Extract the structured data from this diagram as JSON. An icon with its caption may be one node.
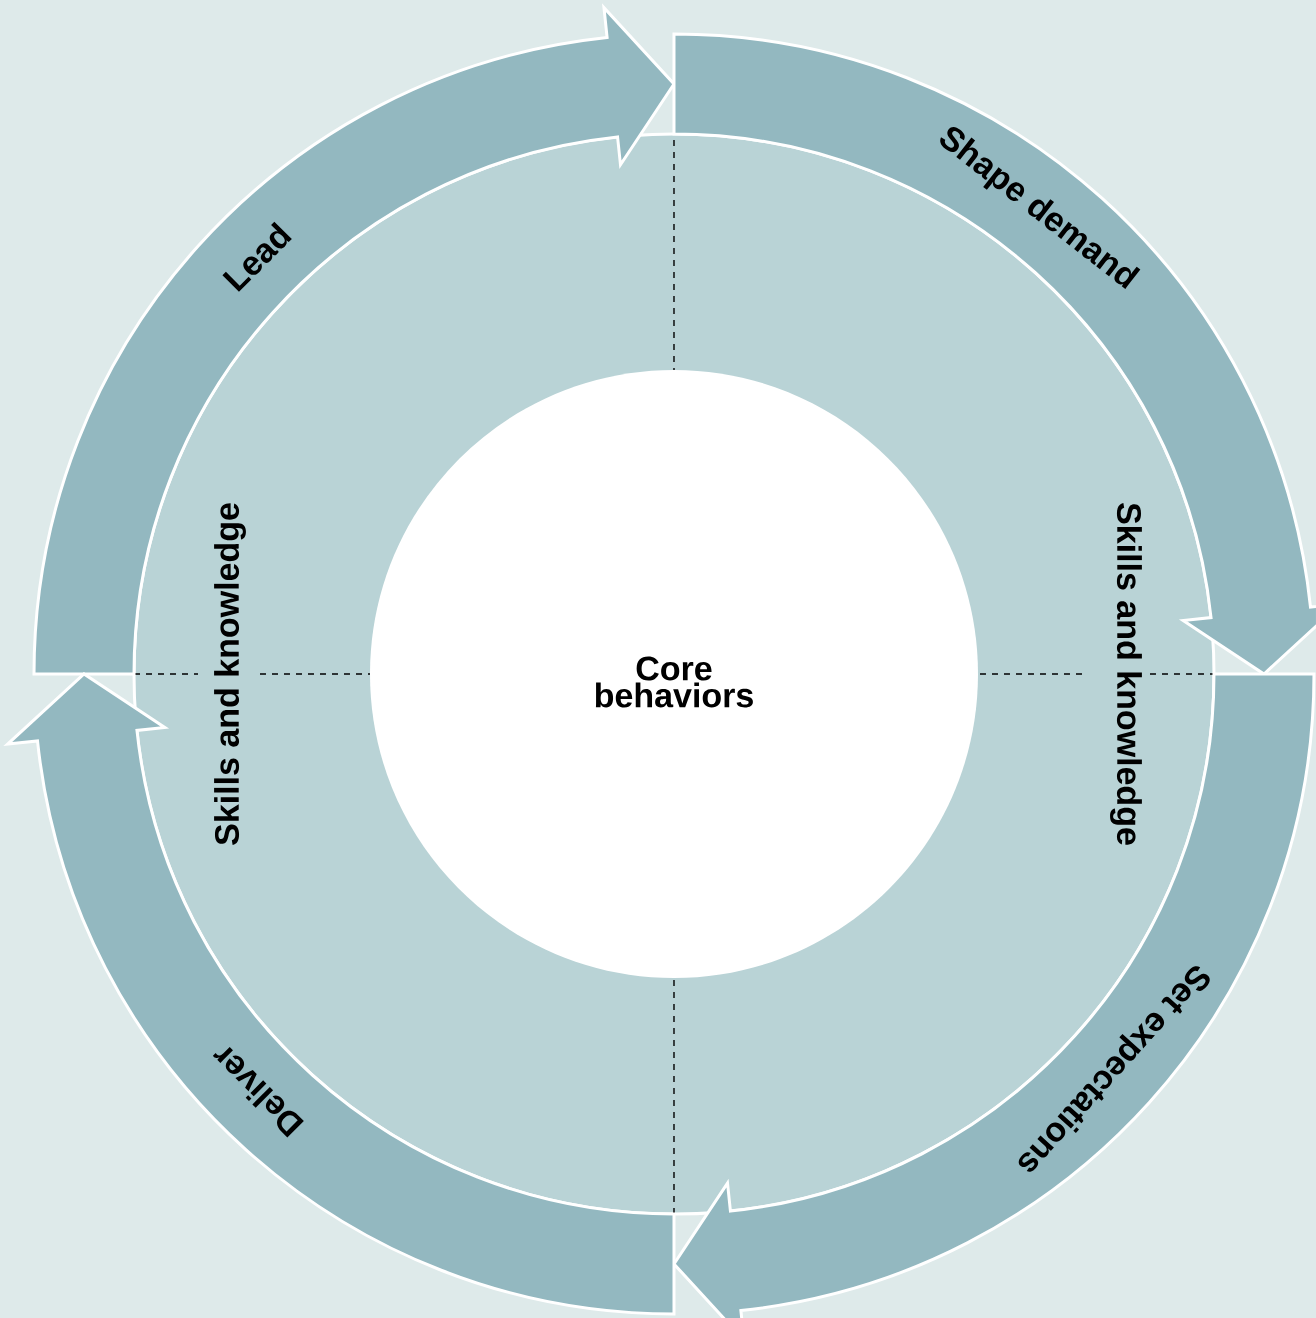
{
  "diagram": {
    "nodes": [
      {
        "text": [
          "Lead"
        ]
      },
      {
        "text": [
          "Shape demand"
        ]
      },
      {
        "text": [
          "Set expectations"
        ]
      },
      {
        "text": [
          "Deliver"
        ]
      },
      {
        "text": [
          "Skills and knowledge",
          "Skills and knowledge"
        ]
      },
      {
        "text": [
          "Core behaviors"
        ],
        "in": 4
      }
    ]
  }
}
